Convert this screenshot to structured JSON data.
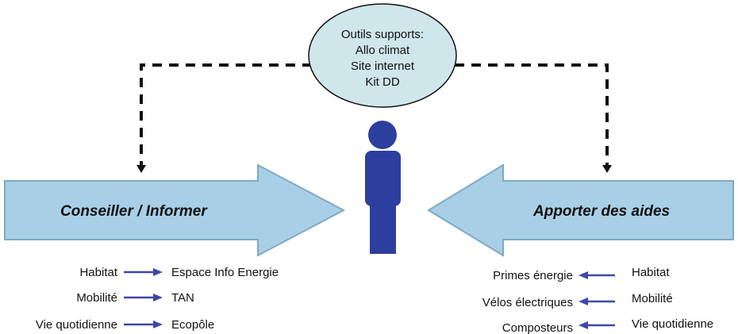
{
  "colors": {
    "arrow_fill": "#a9cfe6",
    "arrow_stroke": "#7fa9c3",
    "bubble_fill": "#cfe6ea",
    "person": "#2d3f9e",
    "small_arrow": "#3f47a8",
    "dashed_line": "#111111"
  },
  "bubble": {
    "lines": [
      "Outils supports:",
      "Allo climat",
      "Site internet",
      "Kit DD"
    ]
  },
  "left_arrow": {
    "label": "Conseiller /  Informer"
  },
  "right_arrow": {
    "label": "Apporter des aides"
  },
  "left_list": [
    {
      "from": "Habitat",
      "to": "Espace Info Energie"
    },
    {
      "from": "Mobilité",
      "to": "TAN"
    },
    {
      "from": "Vie quotidienne",
      "to": "Ecopôle"
    }
  ],
  "right_list": [
    {
      "result": "Primes énergie",
      "source": "Habitat"
    },
    {
      "result": "Vélos électriques",
      "source": "Mobilité"
    },
    {
      "result": "Composteurs",
      "source": "Vie quotidienne"
    }
  ]
}
